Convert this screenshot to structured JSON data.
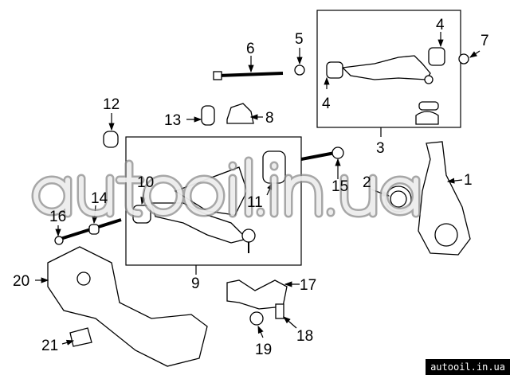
{
  "callouts": {
    "c1": "1",
    "c2": "2",
    "c3": "3",
    "c4a": "4",
    "c4b": "4",
    "c5": "5",
    "c6": "6",
    "c7": "7",
    "c8": "8",
    "c9": "9",
    "c10": "10",
    "c11": "11",
    "c12": "12",
    "c13": "13",
    "c14": "14",
    "c15": "15",
    "c16": "16",
    "c17": "17",
    "c18": "18",
    "c19": "19",
    "c20": "20",
    "c21": "21"
  },
  "watermark": "autooil.in.ua",
  "badge": "autooil.in.ua"
}
